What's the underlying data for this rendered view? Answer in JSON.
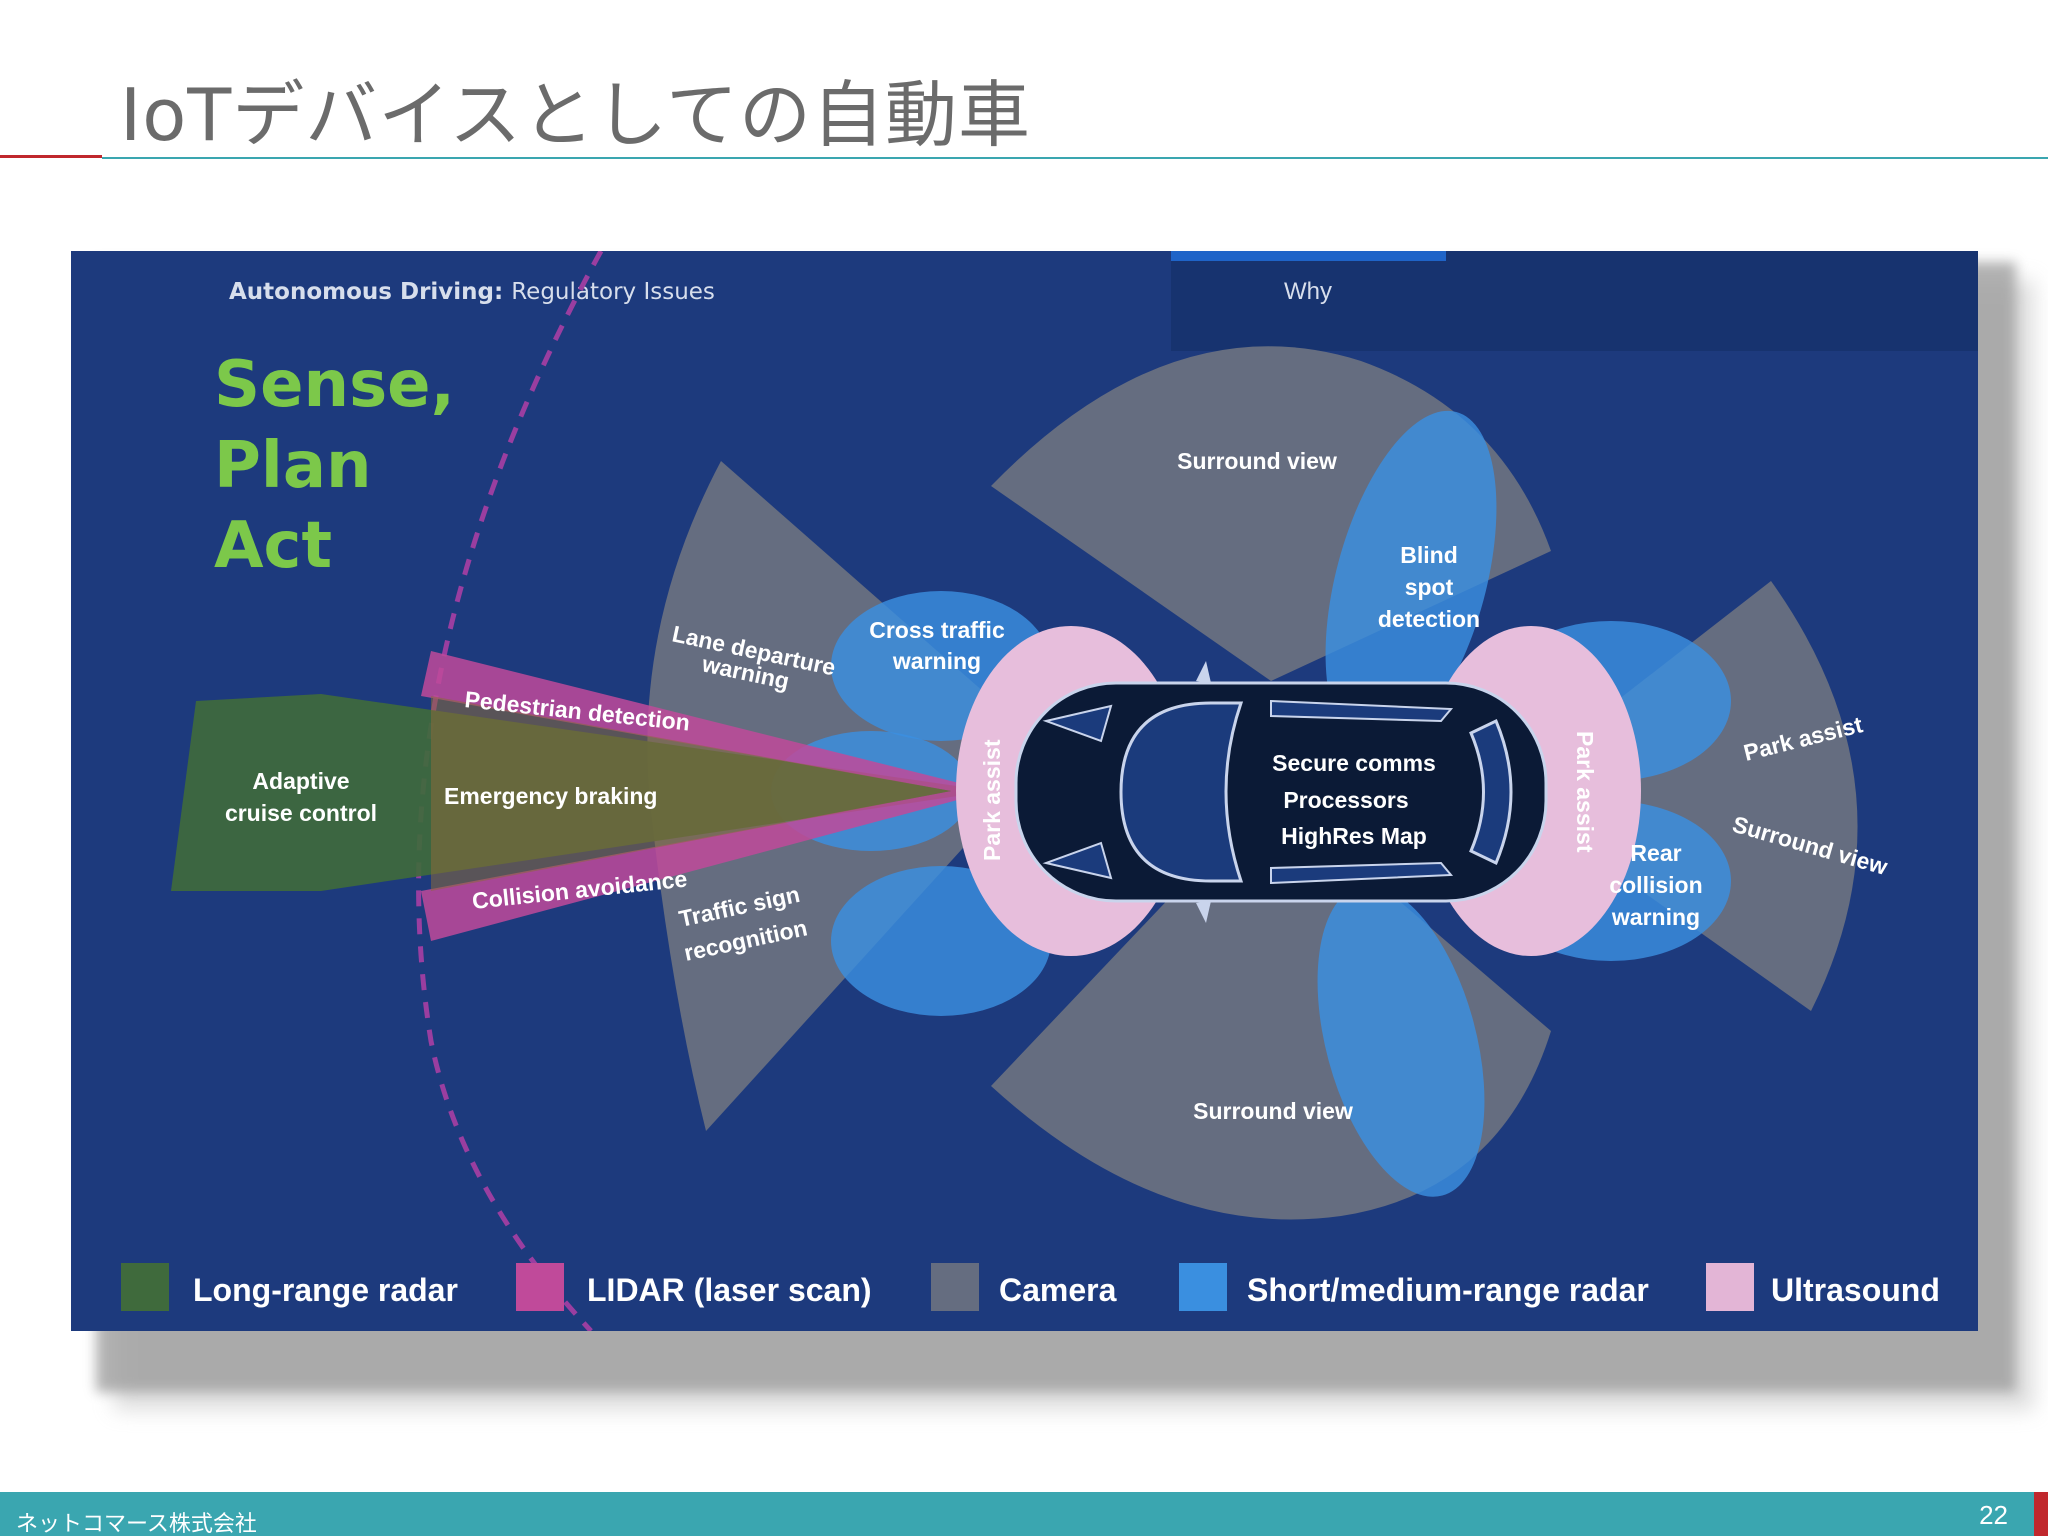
{
  "slide": {
    "title": "IoTデバイスとしての自動車",
    "company": "ネットコマース株式会社",
    "page_number": "22"
  },
  "diagram": {
    "header_bold": "Autonomous Driving:",
    "header_rest": "Regulatory Issues",
    "tab_active": "Why",
    "headline": [
      "Sense,",
      "Plan",
      "Act"
    ],
    "labels": {
      "adaptive_cruise": [
        "Adaptive",
        "cruise control"
      ],
      "pedestrian_detection": "Pedestrian detection",
      "emergency_braking": "Emergency braking",
      "collision_avoidance": "Collision avoidance",
      "lane_departure": [
        "Lane departure",
        "warning"
      ],
      "traffic_sign": [
        "Traffic sign",
        "recognition"
      ],
      "cross_traffic": [
        "Cross traffic",
        "warning"
      ],
      "surround_view_top": "Surround view",
      "surround_view_bottom": "Surround view",
      "blind_spot": [
        "Blind",
        "spot",
        "detection"
      ],
      "park_assist_front": "Park assist",
      "park_assist_rear": "Park assist",
      "car_systems": [
        "Secure comms",
        "Processors",
        "HighRes Map"
      ],
      "rear_collision": [
        "Rear",
        "collision",
        "warning"
      ],
      "park_assist_right": "Park assist",
      "surround_view_right": "Surround view"
    },
    "legend": [
      {
        "label": "Long-range radar",
        "color": "#3f6a3c"
      },
      {
        "label": "LIDAR (laser scan)",
        "color": "#c04a9a"
      },
      {
        "label": "Camera",
        "color": "#656d80"
      },
      {
        "label": "Short/medium-range radar",
        "color": "#3a8fe0"
      },
      {
        "label": "Ultrasound",
        "color": "#e3b5d6"
      }
    ],
    "colors": {
      "background": "#1d3a7d",
      "headline": "#7cc84a",
      "camera": "#656d80",
      "radar_short": "#3a8fe0",
      "ultrasound": "#e7bedc",
      "lidar": "#c04a9a",
      "long_range": "#3f6a3c",
      "car_body": "#0b1a36"
    }
  }
}
